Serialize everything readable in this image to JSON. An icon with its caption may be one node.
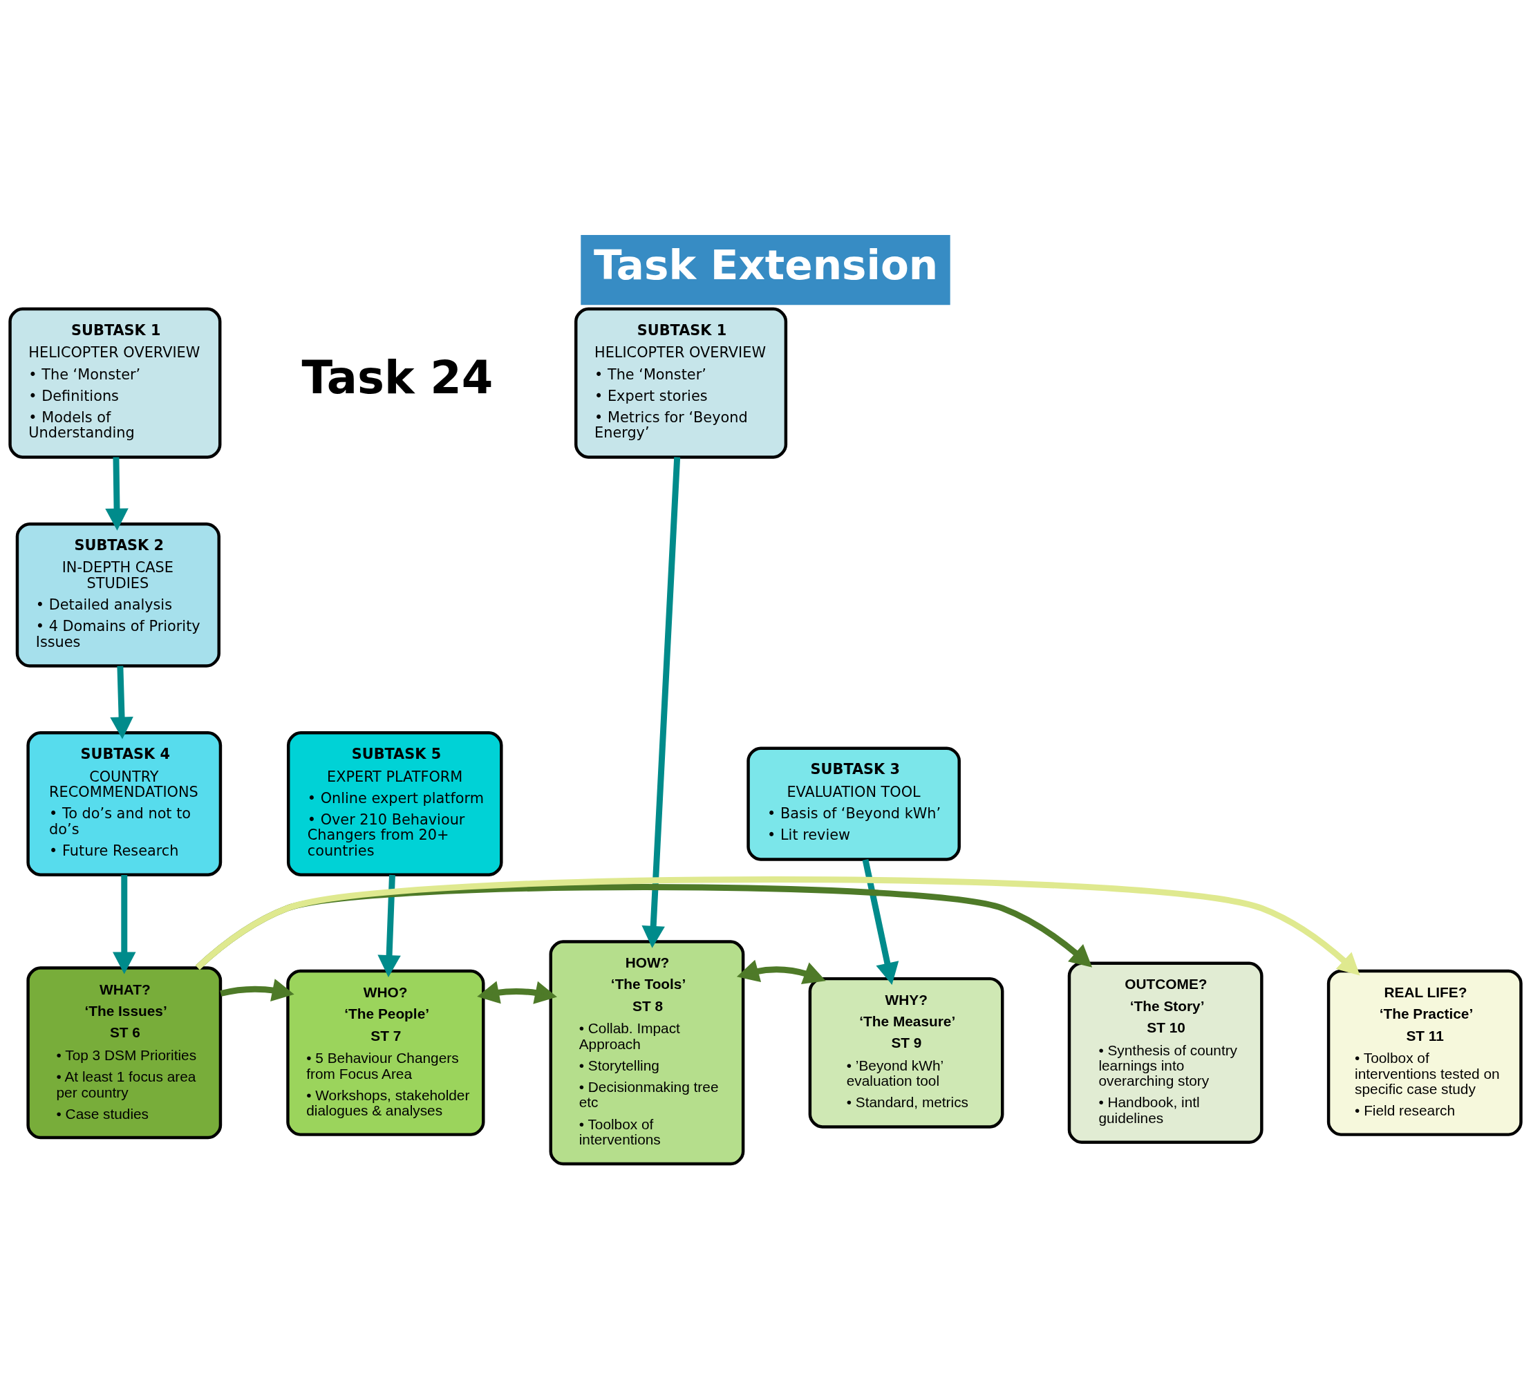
{
  "diagram": {
    "title": "Task Extension",
    "nodes": [
      {
        "text": [
          "SUBTASK 1",
          "HELICOPTER OVERVIEW",
          "• The ‘Monster’",
          "• Definitions",
          "• Models of Understanding"
        ]
      },
      {
        "text": [
          "SUBTASK 2",
          "IN-DEPTH CASE STUDIES",
          "• Detailed analysis",
          "• 4 Domains of Priority Issues"
        ]
      },
      {
        "text": [
          "SUBTASK 4",
          "COUNTRY RECOMMENDATIONS",
          "• To do’s and not to do’s",
          "• Future Research"
        ]
      },
      {
        "text": [
          "SUBTASK 5",
          "EXPERT PLATFORM",
          "• Online expert platform",
          "• Over 210 Behaviour Changers from 20+ countries"
        ]
      },
      {
        "text": [
          "SUBTASK 1",
          "HELICOPTER OVERVIEW",
          "• The ‘Monster’",
          "• Expert stories",
          "• Metrics for ‘Beyond Energy’"
        ]
      },
      {
        "text": [
          "SUBTASK 3",
          "EVALUATION TOOL",
          "• Basis of ‘Beyond kWh’",
          "• Lit review"
        ]
      },
      {
        "text": [
          "WHAT?",
          "‘The Issues’",
          "ST 6",
          "• Top 3 DSM Priorities",
          "• At least 1 focus area per country",
          "• Case studies"
        ]
      },
      {
        "text": [
          "WHO?",
          "‘The People’",
          "ST 7",
          "• 5 Behaviour Changers from Focus Area",
          "• Workshops, stakeholder dialogues & analyses"
        ]
      },
      {
        "text": [
          "HOW?",
          "‘The Tools’",
          "ST 8",
          "• Collab. Impact Approach",
          "• Storytelling",
          "• Decisionmaking tree etc",
          "• Toolbox of interventions"
        ]
      },
      {
        "text": [
          "WHY?",
          "‘The Measure’",
          "ST 9",
          "• ’Beyond kWh’ evaluation tool",
          "• Standard, metrics"
        ]
      },
      {
        "text": [
          "OUTCOME?",
          "‘The Story’",
          "ST 10",
          "• Synthesis of country learnings into overarching story",
          "• Handbook, intl guidelines"
        ]
      },
      {
        "text": [
          "REAL LIFE?",
          "‘The Practice’",
          "ST 11",
          "• Toolbox of interventions tested on specific case study",
          "• Field research"
        ]
      }
    ],
    "edges": [
      {
        "from": 0,
        "to": 1,
        "arrow": "to"
      },
      {
        "from": 1,
        "to": 2,
        "arrow": "to"
      },
      {
        "from": 2,
        "to": 6,
        "arrow": "to"
      },
      {
        "from": 3,
        "to": 7,
        "arrow": "to"
      },
      {
        "from": 4,
        "to": 8,
        "arrow": "to"
      },
      {
        "from": 5,
        "to": 9,
        "arrow": "to"
      },
      {
        "from": 6,
        "to": 7,
        "arrow": "to",
        "color": "#4e7a28"
      },
      {
        "from": 7,
        "to": 8,
        "arrow": "both",
        "color": "#4e7a28"
      },
      {
        "from": 8,
        "to": 9,
        "arrow": "both",
        "color": "#4e7a28"
      },
      {
        "from": 6,
        "to": 10,
        "arrow": "to",
        "color": "#4e7a28"
      },
      {
        "from": 6,
        "to": 11,
        "arrow": "to",
        "color": "#dfe98f"
      }
    ],
    "labels": [
      "Task 24"
    ]
  }
}
